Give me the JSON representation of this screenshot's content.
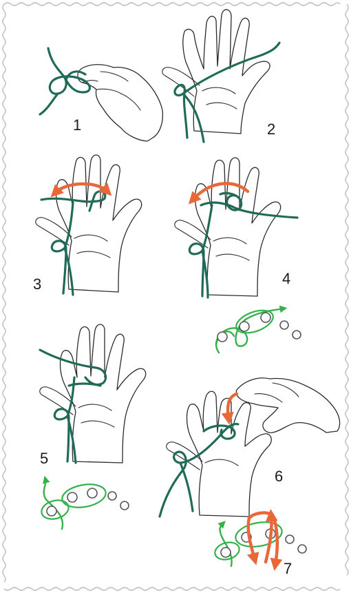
{
  "steps": [
    {
      "number": "1"
    },
    {
      "number": "2"
    },
    {
      "number": "3"
    },
    {
      "number": "4"
    },
    {
      "number": "5"
    },
    {
      "number": "6"
    },
    {
      "number": "7"
    }
  ],
  "colors": {
    "yarn": "#1f6b57",
    "arrow": "#e8683a",
    "guide": "#33b24a",
    "stitch_outline": "#555555",
    "border": "#bdbdbd",
    "background": "#f2f2f2"
  },
  "icons": {
    "hand": "hand-outline",
    "yarn": "yarn-strand",
    "direction": "curved-arrow",
    "stitch": "stitch-circle"
  }
}
